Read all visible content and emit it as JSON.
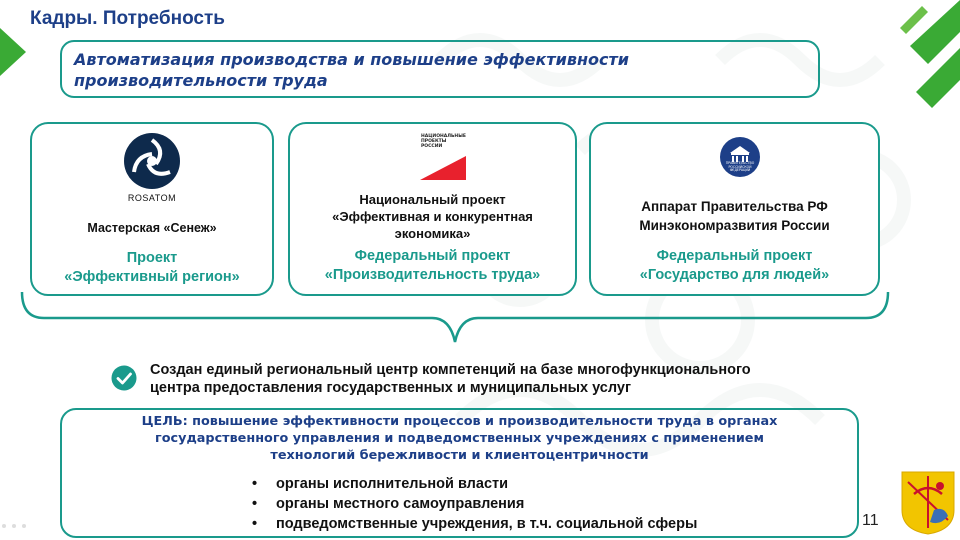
{
  "header": {
    "title": "Кадры. Потребность"
  },
  "subtitle": {
    "line1": "Автоматизация производства и повышение эффективности",
    "line2": "производительности труда"
  },
  "cards": [
    {
      "logo_text": "ROSATOM",
      "org": "Мастерская «Сенеж»",
      "project_line1": "Проект",
      "project_line2": "«Эффективный регион»"
    },
    {
      "logo_lines": [
        "НАЦИОНАЛЬНЫЕ",
        "ПРОЕКТЫ",
        "РОССИИ"
      ],
      "org_line1": "Национальный проект",
      "org_line2": "«Эффективная и конкурентная",
      "org_line3": "экономика»",
      "project_line1": "Федеральный проект",
      "project_line2": "«Производительность труда»"
    },
    {
      "logo_lines": [
        "ПРАВИТЕЛЬСТВО",
        "РОССИЙСКОЙ",
        "ФЕДЕРАЦИИ"
      ],
      "org_line1": "Аппарат Правительства РФ",
      "org_line2": "Минэкономразвития России",
      "project_line1": "Федеральный проект",
      "project_line2": "«Государство для людей»"
    }
  ],
  "center": {
    "line1": "Создан единый региональный центр компетенций на базе многофункционального",
    "line2": "центра предоставления государственных и муниципальных услуг"
  },
  "goal": {
    "label": "ЦЕЛЬ:",
    "line1": " повышение эффективности процессов и производительности труда в органах",
    "line2": "государственного управления и подведомственных учреждениях с применением",
    "line3": "технологий бережливости и клиентоцентричности",
    "bullets": [
      "органы исполнительной власти",
      "органы местного самоуправления",
      "подведомственные учреждения, в т.ч. социальной сферы"
    ]
  },
  "page_number": "11",
  "colors": {
    "teal": "#1a9a8c",
    "navy": "#1d3f88",
    "green": "#3aaa35",
    "red": "#e8212d"
  }
}
